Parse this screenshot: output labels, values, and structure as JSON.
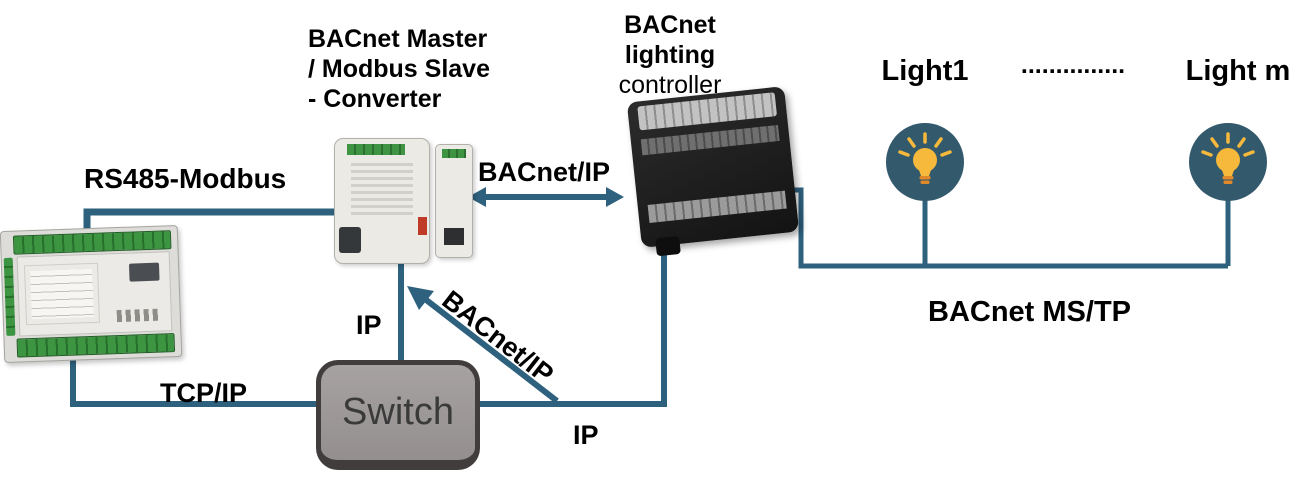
{
  "labels": {
    "converter_title": [
      "BACnet Master",
      "/ Modbus Slave",
      "- Converter"
    ],
    "lighting_controller_title": [
      "BACnet",
      "lighting",
      "controller"
    ],
    "rs485_modbus": "RS485-Modbus",
    "bacnet_ip_horizontal": "BACnet/IP",
    "bacnet_ip_diagonal": "BACnet/IP",
    "tcp_ip": "TCP/IP",
    "ip_to_converter": "IP",
    "ip_to_controller": "IP",
    "bacnet_mstp": "BACnet MS/TP",
    "switch": "Switch",
    "light1": "Light1",
    "light_dots": "...............",
    "light_m": "Light m"
  },
  "colors": {
    "line": "#2e617e",
    "label-text": "#000000",
    "switch-fill": "#a7a2a2",
    "switch-border": "#413d3d",
    "switch-text": "#3a3a3a",
    "bulb-circle": "#33596d",
    "bulb-yellow": "#f6b93b",
    "bulb-orange": "#e0892b"
  }
}
